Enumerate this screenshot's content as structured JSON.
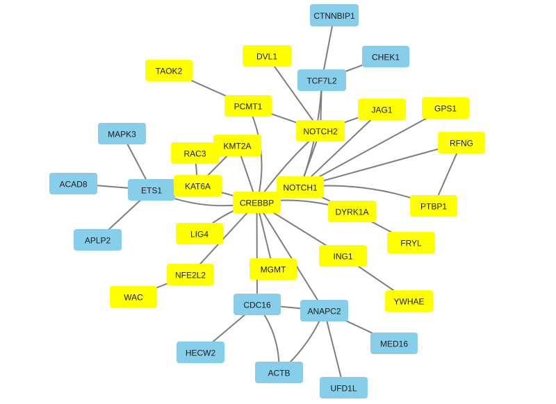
{
  "colors": {
    "yellow": "#ffff00",
    "blue": "#87ceeb",
    "edge": "#7d7d7d"
  },
  "nodes": [
    {
      "id": "CTNNBIP1",
      "label": "CTNNBIP1",
      "group": "blue"
    },
    {
      "id": "CHEK1",
      "label": "CHEK1",
      "group": "blue"
    },
    {
      "id": "DVL1",
      "label": "DVL1",
      "group": "yellow"
    },
    {
      "id": "TAOK2",
      "label": "TAOK2",
      "group": "yellow"
    },
    {
      "id": "TCF7L2",
      "label": "TCF7L2",
      "group": "blue"
    },
    {
      "id": "PCMT1",
      "label": "PCMT1",
      "group": "yellow"
    },
    {
      "id": "JAG1",
      "label": "JAG1",
      "group": "yellow"
    },
    {
      "id": "GPS1",
      "label": "GPS1",
      "group": "yellow"
    },
    {
      "id": "NOTCH2",
      "label": "NOTCH2",
      "group": "yellow"
    },
    {
      "id": "MAPK3",
      "label": "MAPK3",
      "group": "blue"
    },
    {
      "id": "KMT2A",
      "label": "KMT2A",
      "group": "yellow"
    },
    {
      "id": "RFNG",
      "label": "RFNG",
      "group": "yellow"
    },
    {
      "id": "RAC3",
      "label": "RAC3",
      "group": "yellow"
    },
    {
      "id": "ACAD8",
      "label": "ACAD8",
      "group": "blue"
    },
    {
      "id": "ETS1",
      "label": "ETS1",
      "group": "blue"
    },
    {
      "id": "KAT6A",
      "label": "KAT6A",
      "group": "yellow"
    },
    {
      "id": "NOTCH1",
      "label": "NOTCH1",
      "group": "yellow"
    },
    {
      "id": "CREBBP",
      "label": "CREBBP",
      "group": "yellow"
    },
    {
      "id": "PTBP1",
      "label": "PTBP1",
      "group": "yellow"
    },
    {
      "id": "DYRK1A",
      "label": "DYRK1A",
      "group": "yellow"
    },
    {
      "id": "LIG4",
      "label": "LIG4",
      "group": "yellow"
    },
    {
      "id": "APLP2",
      "label": "APLP2",
      "group": "blue"
    },
    {
      "id": "FRYL",
      "label": "FRYL",
      "group": "yellow"
    },
    {
      "id": "ING1",
      "label": "ING1",
      "group": "yellow"
    },
    {
      "id": "MGMT",
      "label": "MGMT",
      "group": "yellow"
    },
    {
      "id": "NFE2L2",
      "label": "NFE2L2",
      "group": "yellow"
    },
    {
      "id": "WAC",
      "label": "WAC",
      "group": "yellow"
    },
    {
      "id": "YWHAE",
      "label": "YWHAE",
      "group": "yellow"
    },
    {
      "id": "CDC16",
      "label": "CDC16",
      "group": "blue"
    },
    {
      "id": "ANAPC2",
      "label": "ANAPC2",
      "group": "blue"
    },
    {
      "id": "MED16",
      "label": "MED16",
      "group": "blue"
    },
    {
      "id": "HECW2",
      "label": "HECW2",
      "group": "blue"
    },
    {
      "id": "ACTB",
      "label": "ACTB",
      "group": "blue"
    },
    {
      "id": "UFD1L",
      "label": "UFD1L",
      "group": "blue"
    }
  ],
  "edges": [
    [
      "CTNNBIP1",
      "TCF7L2"
    ],
    [
      "CHEK1",
      "TCF7L2"
    ],
    [
      "TCF7L2",
      "NOTCH2"
    ],
    [
      "TCF7L2",
      "NOTCH1"
    ],
    [
      "DVL1",
      "NOTCH2"
    ],
    [
      "TAOK2",
      "PCMT1"
    ],
    [
      "PCMT1",
      "NOTCH2"
    ],
    [
      "PCMT1",
      "CREBBP"
    ],
    [
      "JAG1",
      "NOTCH2"
    ],
    [
      "JAG1",
      "NOTCH1"
    ],
    [
      "GPS1",
      "NOTCH1"
    ],
    [
      "NOTCH2",
      "NOTCH1"
    ],
    [
      "NOTCH2",
      "CREBBP"
    ],
    [
      "RFNG",
      "NOTCH1"
    ],
    [
      "RFNG",
      "PTBP1"
    ],
    [
      "PTBP1",
      "NOTCH1"
    ],
    [
      "NOTCH1",
      "CREBBP"
    ],
    [
      "NOTCH1",
      "DYRK1A"
    ],
    [
      "DYRK1A",
      "CREBBP"
    ],
    [
      "DYRK1A",
      "FRYL"
    ],
    [
      "MAPK3",
      "ETS1"
    ],
    [
      "ACAD8",
      "ETS1"
    ],
    [
      "APLP2",
      "ETS1"
    ],
    [
      "ETS1",
      "KAT6A"
    ],
    [
      "ETS1",
      "CREBBP"
    ],
    [
      "KMT2A",
      "CREBBP"
    ],
    [
      "KMT2A",
      "KAT6A"
    ],
    [
      "RAC3",
      "KAT6A"
    ],
    [
      "KAT6A",
      "CREBBP"
    ],
    [
      "LIG4",
      "CREBBP"
    ],
    [
      "NFE2L2",
      "CREBBP"
    ],
    [
      "WAC",
      "NFE2L2"
    ],
    [
      "MGMT",
      "CREBBP"
    ],
    [
      "ING1",
      "CREBBP"
    ],
    [
      "ING1",
      "YWHAE"
    ],
    [
      "CDC16",
      "CREBBP"
    ],
    [
      "CDC16",
      "ANAPC2"
    ],
    [
      "CDC16",
      "HECW2"
    ],
    [
      "CDC16",
      "ACTB"
    ],
    [
      "ANAPC2",
      "CREBBP"
    ],
    [
      "ANAPC2",
      "MED16"
    ],
    [
      "ANAPC2",
      "ACTB"
    ],
    [
      "ANAPC2",
      "UFD1L"
    ]
  ]
}
